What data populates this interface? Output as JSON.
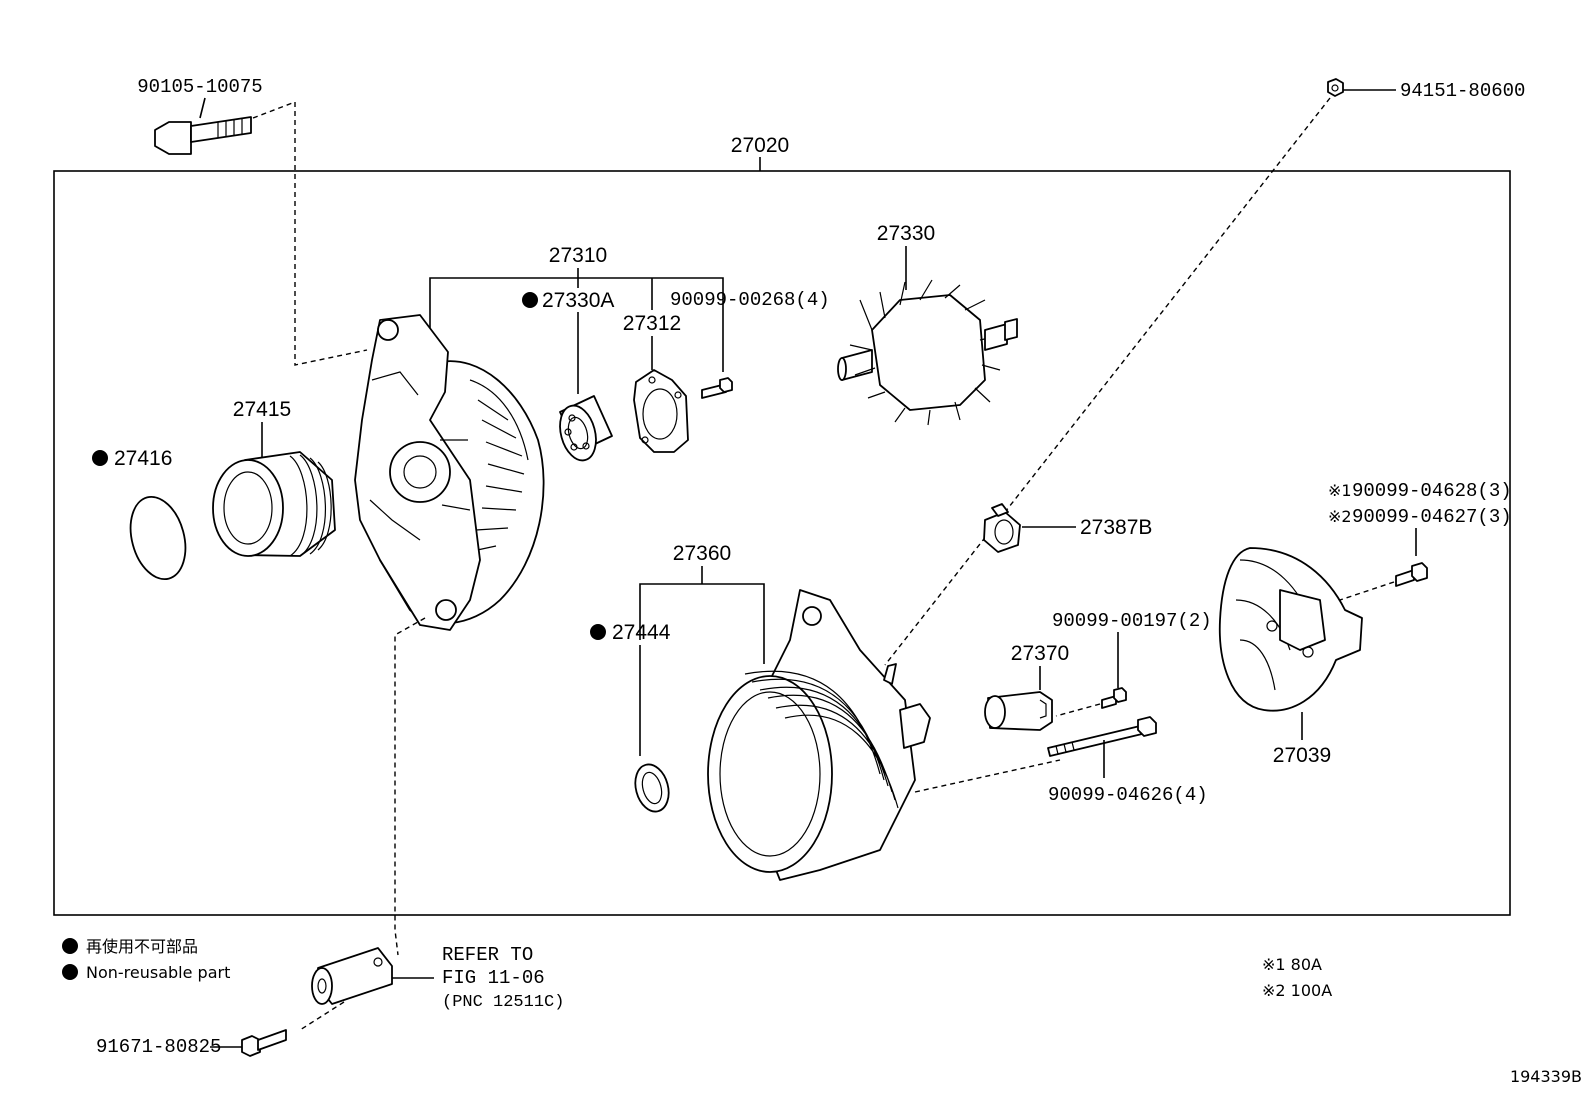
{
  "diagram_id": "194339B",
  "assembly_label": "27020",
  "parts": {
    "p90105": "90105-10075",
    "p94151": "94151-80600",
    "p27310": "27310",
    "p27330A": "27330A",
    "p90099_00268": "90099-00268(4)",
    "p27312": "27312",
    "p27330": "27330",
    "p27415": "27415",
    "p27416": "27416",
    "p27387B": "27387B",
    "p90099_04628": "90099-04628(3)",
    "p90099_04627": "90099-04627(3)",
    "note1_mark": "※1",
    "note2_mark": "※2",
    "p27360": "27360",
    "p27444": "27444",
    "p90099_00197": "90099-00197(2)",
    "p27370": "27370",
    "p27039": "27039",
    "p90099_04626": "90099-04626(4)",
    "p91671": "91671-80825"
  },
  "refer": {
    "line1": "REFER TO",
    "line2": "FIG 11-06",
    "line3": "(PNC 12511C)"
  },
  "legend": {
    "jp": "再使用不可部品",
    "en": "Non-reusable part"
  },
  "notes": {
    "n1": "※1 80A",
    "n2": "※2 100A"
  }
}
